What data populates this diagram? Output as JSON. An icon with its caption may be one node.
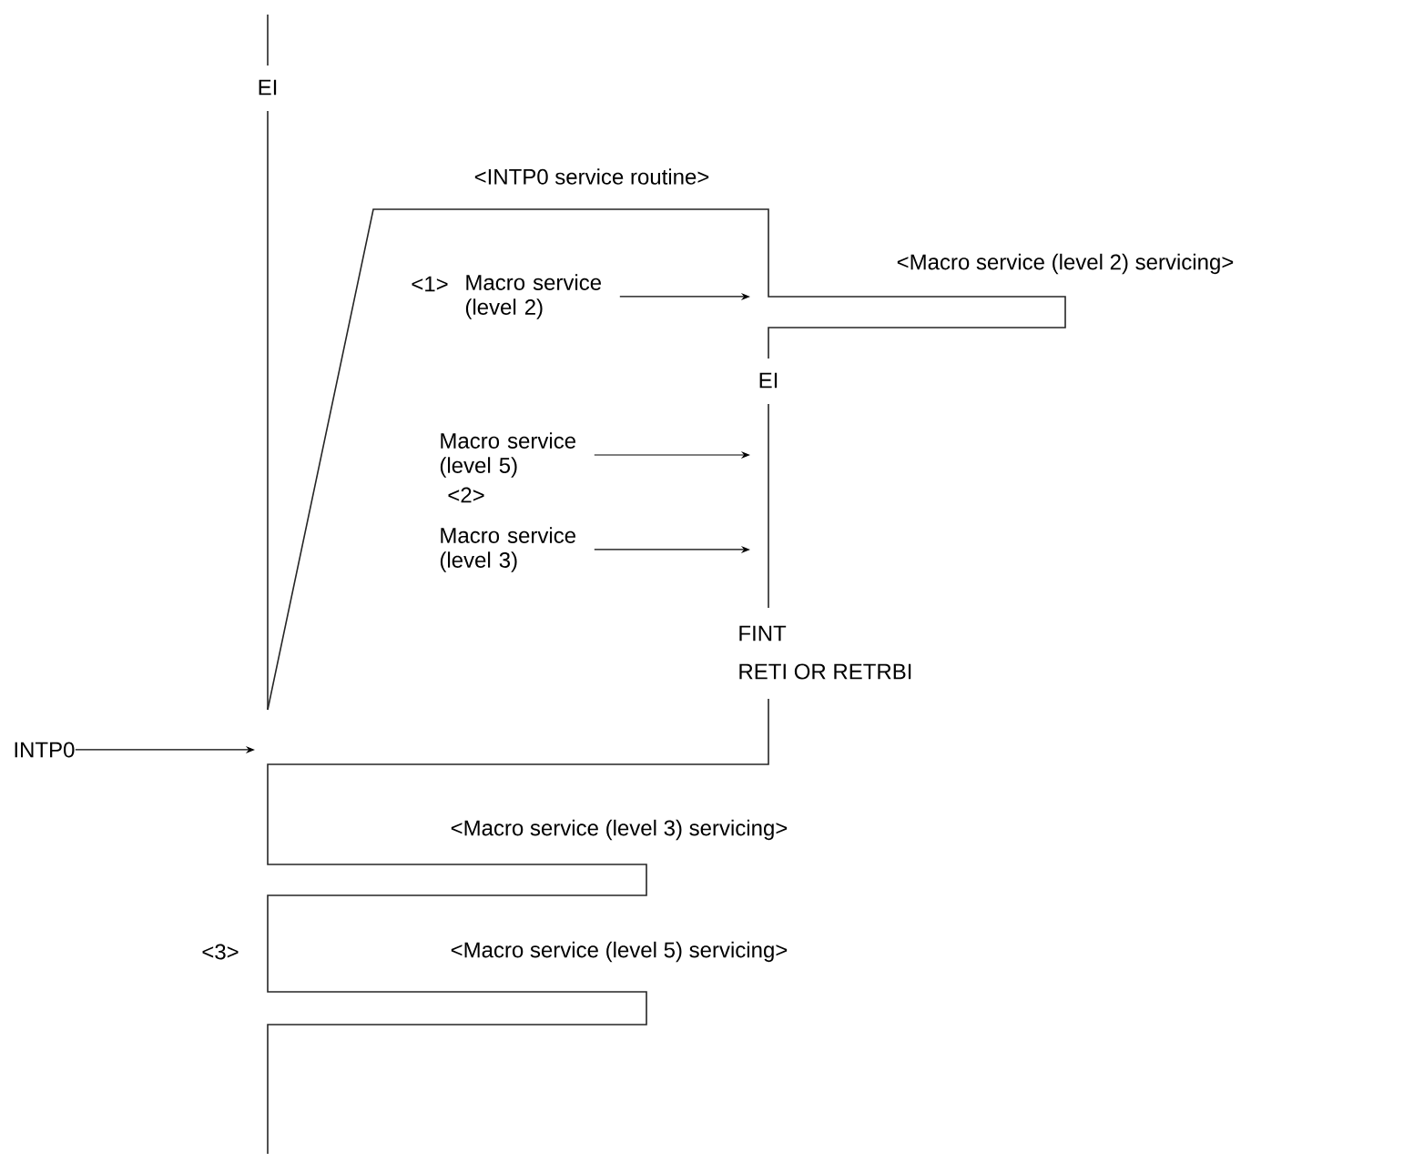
{
  "diagram": {
    "nodes": [
      {
        "text": [
          "INTP0"
        ]
      },
      {
        "text": [
          "Macro service (level 2)"
        ]
      },
      {
        "text": [
          "Macro service (level 5)"
        ]
      },
      {
        "text": [
          "Macro service (level 3)"
        ]
      }
    ],
    "edges": [
      {
        "from": 0,
        "to": null,
        "arrow": "to"
      },
      {
        "from": 1,
        "to": null,
        "arrow": "to"
      },
      {
        "from": 2,
        "to": null,
        "arrow": "to"
      },
      {
        "from": 3,
        "to": null,
        "arrow": "to"
      }
    ],
    "labels": [
      "EI",
      "<INTP0 service routine>",
      "<1>",
      "<Macro service (level 2) servicing>",
      "EI",
      "<2>",
      "FINT",
      "RETI OR RETRBI",
      "<Macro service (level 3) servicing>",
      "<3>",
      "<Macro service (level 5) servicing>"
    ]
  }
}
